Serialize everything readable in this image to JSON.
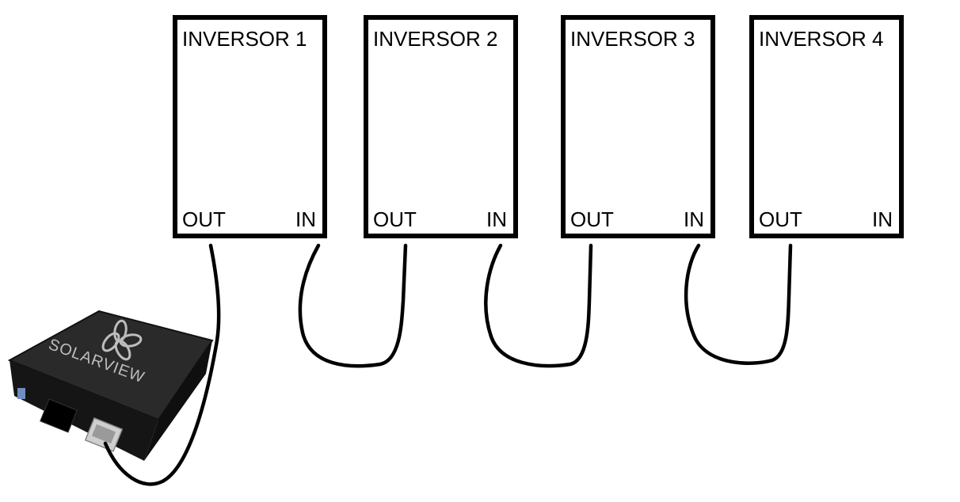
{
  "inverters": [
    {
      "title": "INVERSOR 1",
      "out": "OUT",
      "in": "IN"
    },
    {
      "title": "INVERSOR 2",
      "out": "OUT",
      "in": "IN"
    },
    {
      "title": "INVERSOR 3",
      "out": "OUT",
      "in": "IN"
    },
    {
      "title": "INVERSOR 4",
      "out": "OUT",
      "in": "IN"
    }
  ],
  "device": {
    "brand": "SOLARVIEW"
  },
  "colors": {
    "line": "#000000",
    "device_body": "#1c1c1c",
    "background": "#ffffff"
  }
}
